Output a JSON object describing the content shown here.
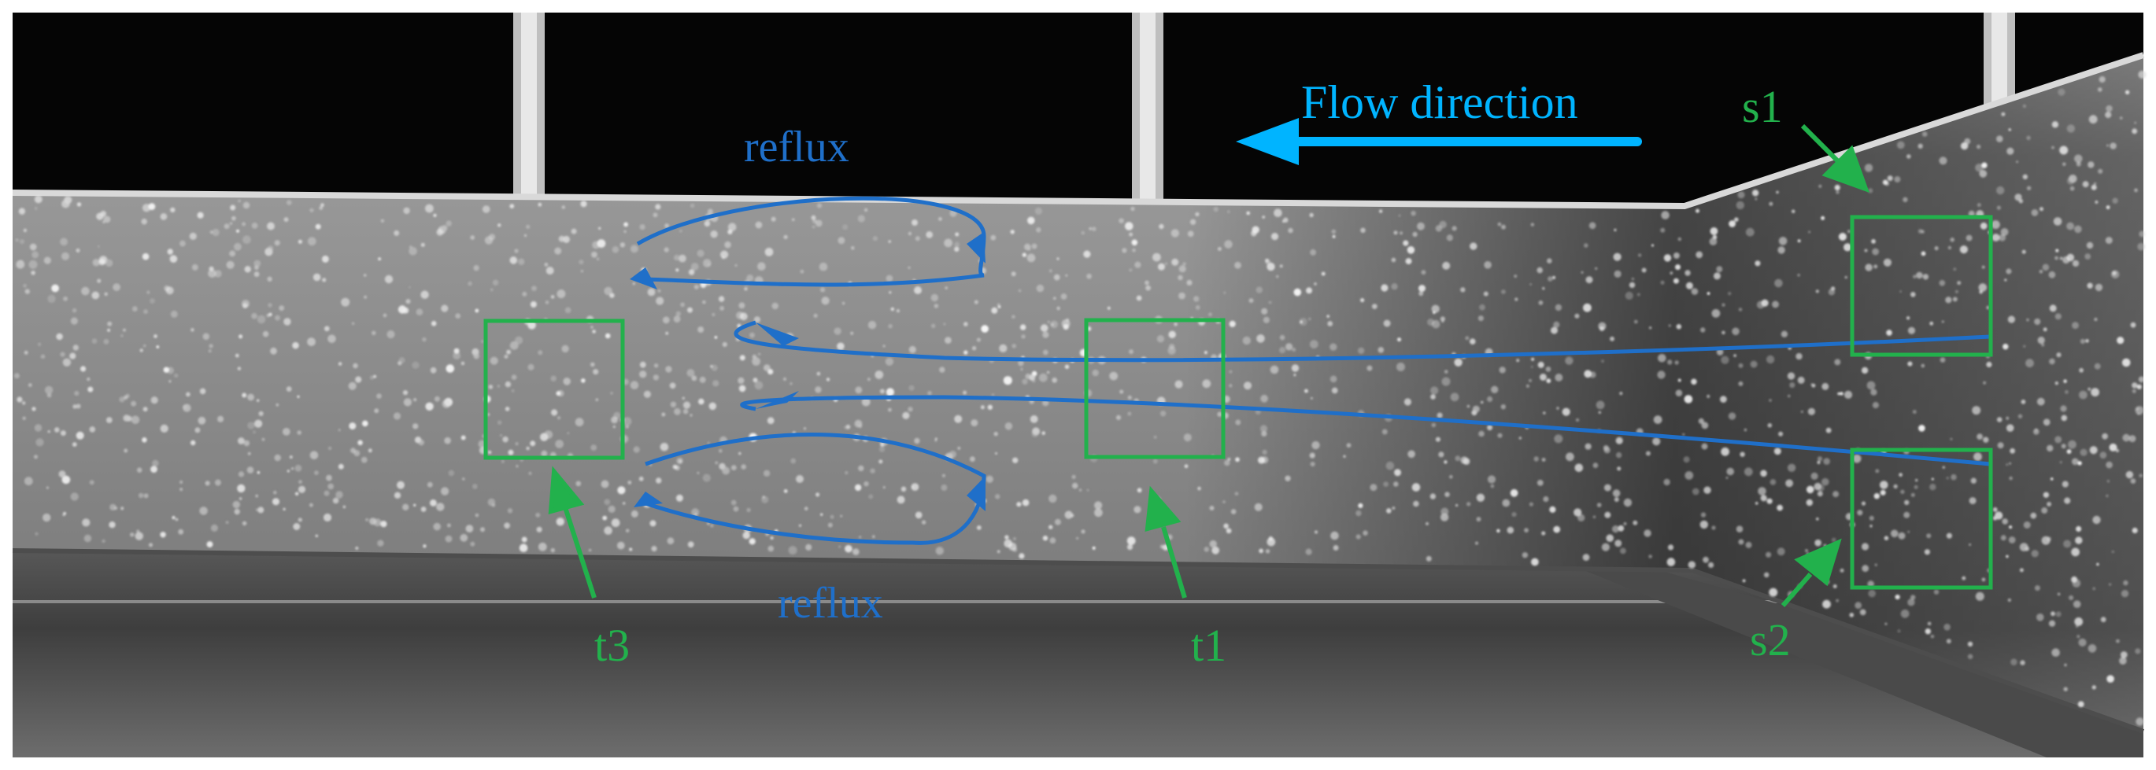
{
  "figure": {
    "flow_label": "Flow direction",
    "reflux_top_label": "reflux",
    "reflux_bottom_label": "reflux",
    "regions": [
      {
        "id": "s1",
        "label": "s1"
      },
      {
        "id": "s2",
        "label": "s2"
      },
      {
        "id": "t1",
        "label": "t1"
      },
      {
        "id": "t3",
        "label": "t3"
      }
    ]
  },
  "colors": {
    "flow_arrow": "#00b4ff",
    "streamline": "#1f6fc9",
    "region_box": "#22b14c",
    "background": "#000000",
    "pipe": "#8a8a8a"
  }
}
